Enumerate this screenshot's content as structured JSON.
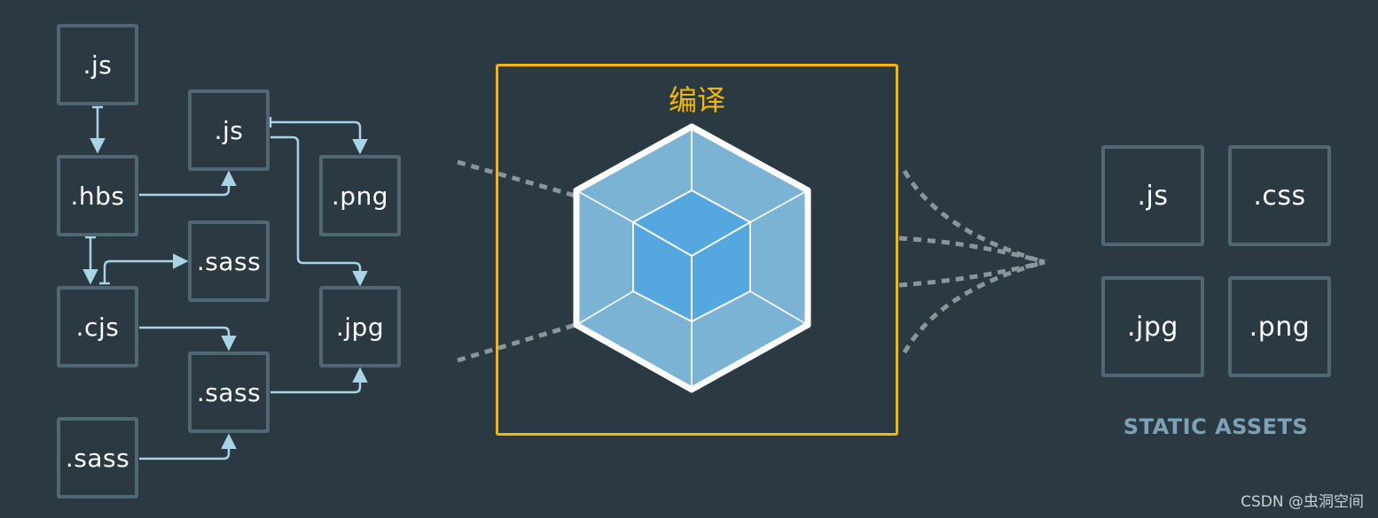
{
  "sources": [
    {
      "id": "s1",
      "label": ".js"
    },
    {
      "id": "s2",
      "label": ".hbs"
    },
    {
      "id": "s3",
      "label": ".cjs"
    },
    {
      "id": "s4",
      "label": ".sass"
    },
    {
      "id": "s5",
      "label": ".js"
    },
    {
      "id": "s6",
      "label": ".sass"
    },
    {
      "id": "s7",
      "label": ".sass"
    },
    {
      "id": "s8",
      "label": ".png"
    },
    {
      "id": "s9",
      "label": ".jpg"
    }
  ],
  "compiler": {
    "label": "编译"
  },
  "outputs": [
    {
      "id": "o1",
      "label": ".js"
    },
    {
      "id": "o2",
      "label": ".css"
    },
    {
      "id": "o3",
      "label": ".jpg"
    },
    {
      "id": "o4",
      "label": ".png"
    }
  ],
  "outputs_caption": "STATIC ASSETS",
  "watermark": "CSDN @虫洞空间",
  "colors": {
    "background": "#2b3a42",
    "box_border": "#4f6874",
    "arrow": "#a8d4e6",
    "compiler_frame": "#f5b800",
    "dashed_lines": "#8a969c",
    "cube_light": "#7bb3d4",
    "cube_inner": "#55a7df",
    "caption": "#7da1b5"
  }
}
